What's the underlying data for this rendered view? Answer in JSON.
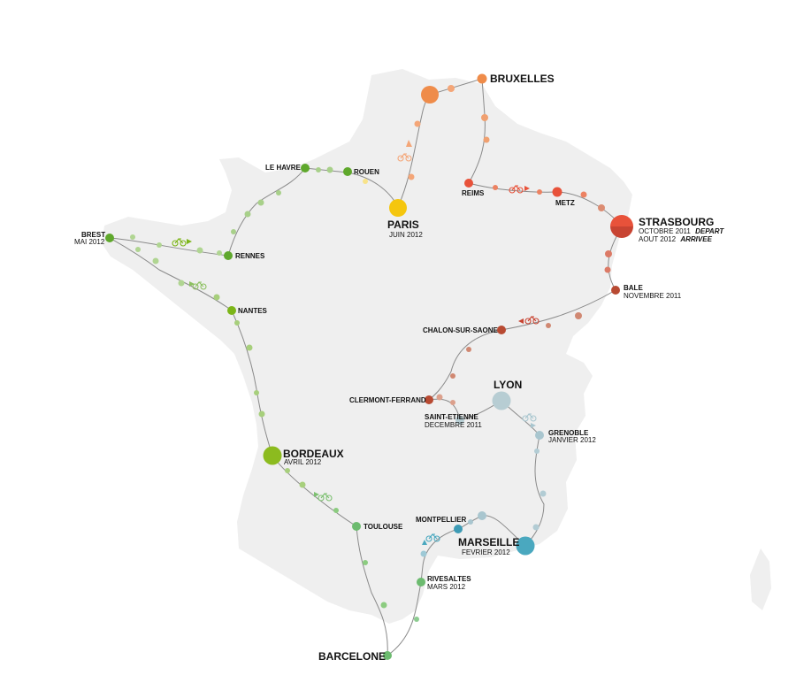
{
  "map": {
    "background_color": "#ffffff",
    "land_color": "#efefef",
    "route_line_color": "#8a8a8a",
    "icons": [
      "bicycle-icon",
      "direction-arrow-icon"
    ]
  },
  "cities": [
    {
      "id": "paris",
      "name": "PARIS",
      "sub": "JUIN 2012",
      "color": "#f5c60e"
    },
    {
      "id": "bruxelles",
      "name": "BRUXELLES",
      "sub": "",
      "color": "#ef8c4a"
    },
    {
      "id": "strasbourg",
      "name": "STRASBOURG",
      "sub": "OCTOBRE 2011",
      "sub_em": "DEPART",
      "sub2": "AOUT 2012",
      "sub2_em": "ARRIVEE",
      "color": "#e8523a",
      "color_alt": "#c84432"
    },
    {
      "id": "metz",
      "name": "METZ",
      "sub": "",
      "color": "#e8523a"
    },
    {
      "id": "reims",
      "name": "REIMS",
      "sub": "",
      "color": "#e8523a"
    },
    {
      "id": "bale",
      "name": "BALE",
      "sub": "NOVEMBRE 2011",
      "color": "#b84a32"
    },
    {
      "id": "chalon",
      "name": "CHALON-SUR-SAONE",
      "sub": "",
      "color": "#b84a32"
    },
    {
      "id": "clermont",
      "name": "CLERMONT-FERRAND",
      "sub": "",
      "color": "#b84a32"
    },
    {
      "id": "saint-etienne",
      "name": "SAINT-ETIENNE",
      "sub": "DECEMBRE 2011",
      "color": "#b7cdd3"
    },
    {
      "id": "lyon",
      "name": "LYON",
      "sub": "",
      "color": "#b7cdd3"
    },
    {
      "id": "grenoble",
      "name": "GRENOBLE",
      "sub": "JANVIER 2012",
      "color": "#a9c6cf"
    },
    {
      "id": "marseille",
      "name": "MARSEILLE",
      "sub": "FEVRIER 2012",
      "color": "#4aa8bf"
    },
    {
      "id": "montpellier",
      "name": "MONTPELLIER",
      "sub": "",
      "color": "#3d9bb5"
    },
    {
      "id": "rivesaltes",
      "name": "RIVESALTES",
      "sub": "MARS 2012",
      "color": "#6cbb6f"
    },
    {
      "id": "barcelone",
      "name": "BARCELONE",
      "sub": "",
      "color": "#6cbb6f"
    },
    {
      "id": "toulouse",
      "name": "TOULOUSE",
      "sub": "",
      "color": "#6cbb6f"
    },
    {
      "id": "bordeaux",
      "name": "BORDEAUX",
      "sub": "AVRIL 2012",
      "color": "#8cbb1f"
    },
    {
      "id": "nantes",
      "name": "NANTES",
      "sub": "",
      "color": "#7cb518"
    },
    {
      "id": "rennes",
      "name": "RENNES",
      "sub": "",
      "color": "#5fa82c"
    },
    {
      "id": "brest",
      "name": "BREST",
      "sub": "MAI 2012",
      "color": "#5fa82c"
    },
    {
      "id": "le-havre",
      "name": "LE HAVRE",
      "sub": "",
      "color": "#5fa82c"
    },
    {
      "id": "rouen",
      "name": "ROUEN",
      "sub": "",
      "color": "#5fa82c"
    }
  ],
  "segments": [
    {
      "id": "paris-bruxelles",
      "color": "#f4a678"
    },
    {
      "id": "bruxelles-reims",
      "color": "#f0a070"
    },
    {
      "id": "reims-strasbourg",
      "color": "#ec8262"
    },
    {
      "id": "strasbourg-bale",
      "color": "#dc7a66"
    },
    {
      "id": "bale-clermont",
      "color": "#d08872"
    },
    {
      "id": "clermont-saint-etienne",
      "color": "#dca08c"
    },
    {
      "id": "saint-etienne-lyon",
      "color": "#b7cdd3"
    },
    {
      "id": "lyon-marseille",
      "color": "#b2ccd4"
    },
    {
      "id": "marseille-rivesaltes",
      "color": "#9ec9d6"
    },
    {
      "id": "rivesaltes-barcelone",
      "color": "#8ccc90"
    },
    {
      "id": "barcelone-bordeaux",
      "color": "#8ccc80"
    },
    {
      "id": "bordeaux-brest",
      "color": "#a7cf7c"
    },
    {
      "id": "brest-rennes",
      "color": "#b0d592"
    },
    {
      "id": "rennes-rouen",
      "color": "#a8d08a"
    },
    {
      "id": "rouen-paris",
      "color": "#f8e38a"
    }
  ]
}
